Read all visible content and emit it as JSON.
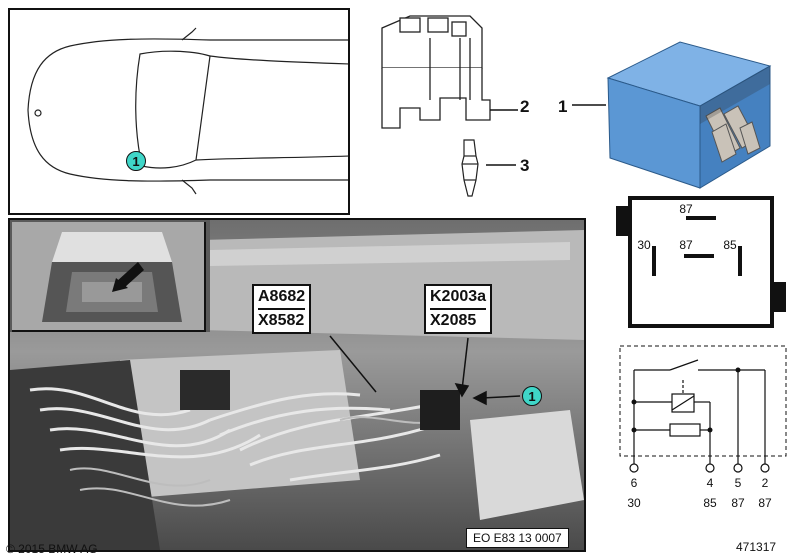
{
  "car_panel": {
    "callout": "1"
  },
  "parts": {
    "part1": "1",
    "part2": "2",
    "part3": "3"
  },
  "photo": {
    "label_a_top": "A8682",
    "label_a_bottom": "X8582",
    "label_k_top": "K2003a",
    "label_k_bottom": "X2085",
    "callout": "1",
    "code": "EO E83 13 0007"
  },
  "relay_pins": {
    "top": "87",
    "left": "30",
    "middle": "87",
    "right": "85"
  },
  "schematic": {
    "pins": [
      {
        "num": "6",
        "term": "30"
      },
      {
        "num": "4",
        "term": "85"
      },
      {
        "num": "5",
        "term": "87"
      },
      {
        "num": "2",
        "term": "87"
      }
    ]
  },
  "footer": {
    "copyright": "© 2015 BMW AG",
    "image_number": "471317"
  },
  "colors": {
    "relay_blue": "#5b97d4",
    "callout_teal": "#3fd6c8"
  }
}
